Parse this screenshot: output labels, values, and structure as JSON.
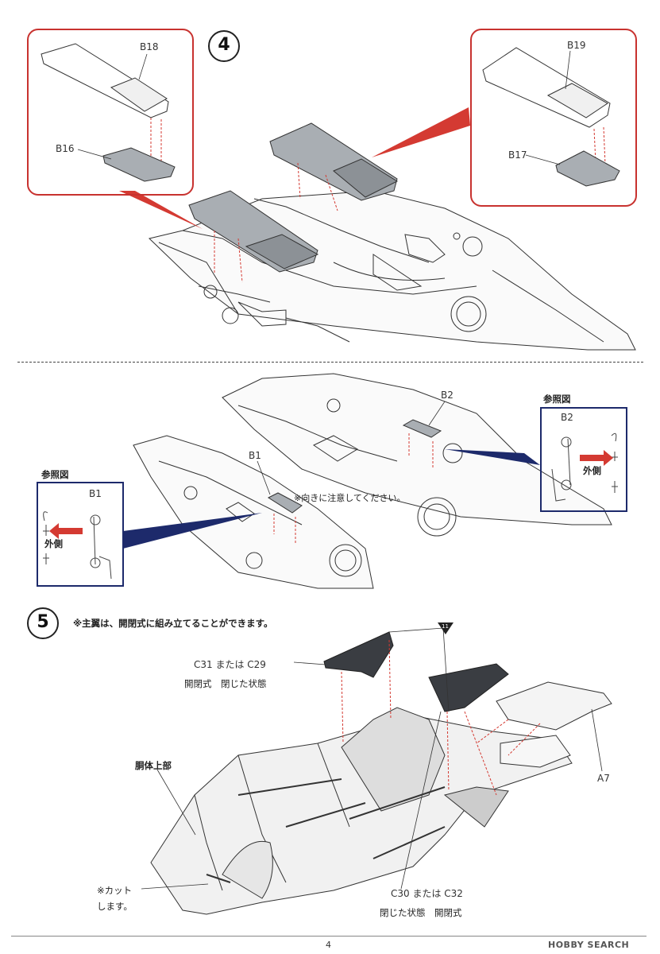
{
  "step4": {
    "number": "4",
    "labels": {
      "b18": "B18",
      "b16": "B16",
      "b19": "B19",
      "b17": "B17"
    }
  },
  "middle": {
    "b2": "B2",
    "b1": "B1",
    "caution": "※向きに注意してください。",
    "ref_right": {
      "title": "参照図",
      "part": "B2",
      "side": "外側"
    },
    "ref_left": {
      "title": "参照図",
      "part": "B1",
      "side": "外側"
    }
  },
  "step5": {
    "number": "5",
    "note": "※主翼は、開閉式に組み立てることができます。",
    "c31_c29": "C31 または C29",
    "c31_c29_sub": "開閉式　閉じた状態",
    "upper_fuselage": "胴体上部",
    "a7": "A7",
    "cut_note_1": "※カット",
    "cut_note_2": "します。",
    "c30_c32": "C30 または C32",
    "c30_c32_sub": "閉じた状態　開閉式",
    "triangle_mark": "11"
  },
  "footer": {
    "page_number": "4",
    "watermark": "HOBBY SEARCH"
  },
  "colors": {
    "frame_red": "#c8322f",
    "ref_navy": "#1d2a6b",
    "part_gray": "#a9aeb3",
    "dark_part": "#3a3d42",
    "arrow_red": "#d43a32"
  }
}
